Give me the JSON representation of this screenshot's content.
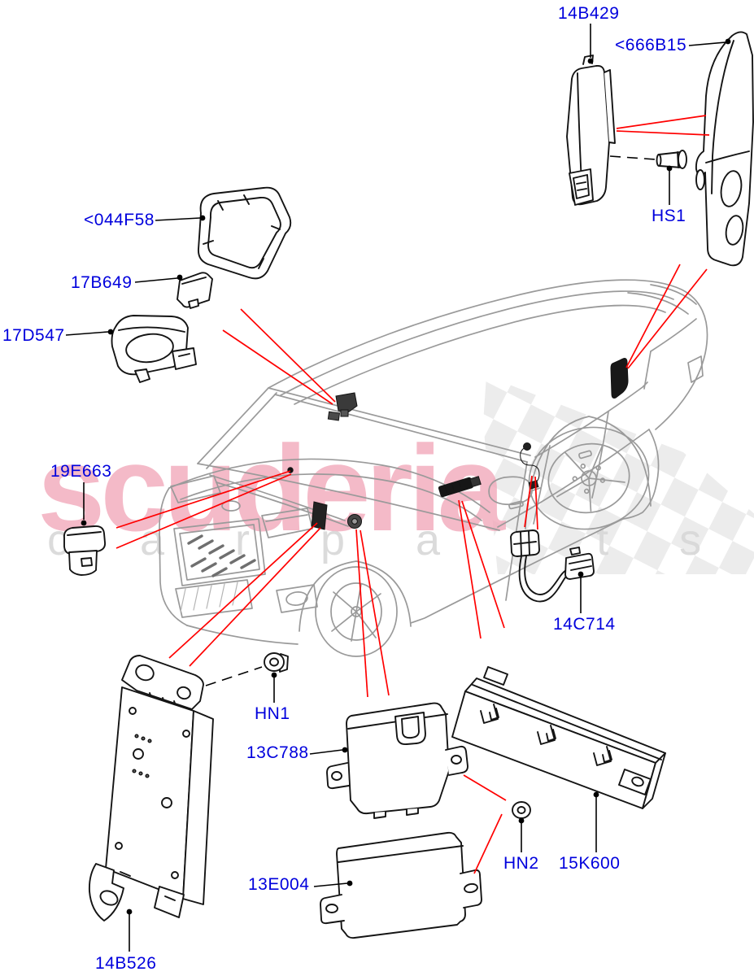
{
  "watermark": {
    "brand": "scuderia",
    "tagline": "c a r p a r t s"
  },
  "theme": {
    "label_color": "#0000dd",
    "leader_red": "#ff0000",
    "line_black": "#000000",
    "car_line": "#9a9a9a",
    "part_line": "#141414",
    "watermark_pink": "#f2a9bb",
    "watermark_gray": "#d8d8d8",
    "flag_gray": "#dcdcdc"
  },
  "callouts": [
    {
      "label": "14B429"
    },
    {
      "label": "<666B15"
    },
    {
      "label": "HS1"
    },
    {
      "label": "<044F58"
    },
    {
      "label": "17B649"
    },
    {
      "label": "17D547"
    },
    {
      "label": "19E663"
    },
    {
      "label": "14C714"
    },
    {
      "label": "HN1"
    },
    {
      "label": "13C788"
    },
    {
      "label": "HN2"
    },
    {
      "label": "15K600"
    },
    {
      "label": "13E004"
    },
    {
      "label": "14B526"
    }
  ]
}
